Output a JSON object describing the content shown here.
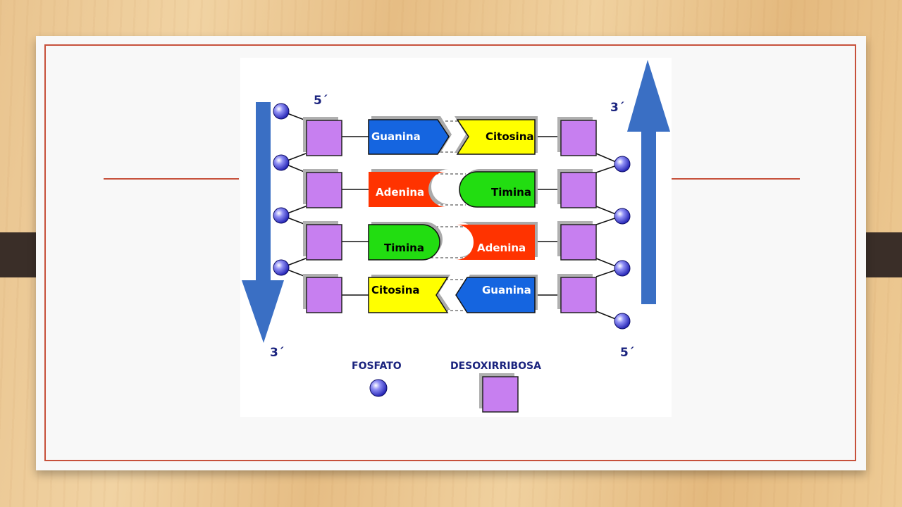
{
  "diagram": {
    "strand_left": {
      "top_label": "5´",
      "bottom_label": "3´"
    },
    "strand_right": {
      "top_label": "3´",
      "bottom_label": "5´"
    },
    "pairs": [
      {
        "left": "Guanina",
        "right": "Citosina"
      },
      {
        "left": "Adenina",
        "right": "Timina"
      },
      {
        "left": "Timina",
        "right": "Adenina"
      },
      {
        "left": "Citosina",
        "right": "Guanina"
      }
    ],
    "legend": {
      "phosphate": "FOSFATO",
      "sugar": "DESOXIRRIBOSA"
    },
    "colors": {
      "guanina": "#1565e0",
      "citosina": "#ffff00",
      "adenina": "#ff3300",
      "timina": "#22dd11",
      "sugar": "#c77ff0",
      "phosphate": "#3d3dd8",
      "arrow": "#3a6fc4",
      "frame": "#c7513b"
    }
  }
}
